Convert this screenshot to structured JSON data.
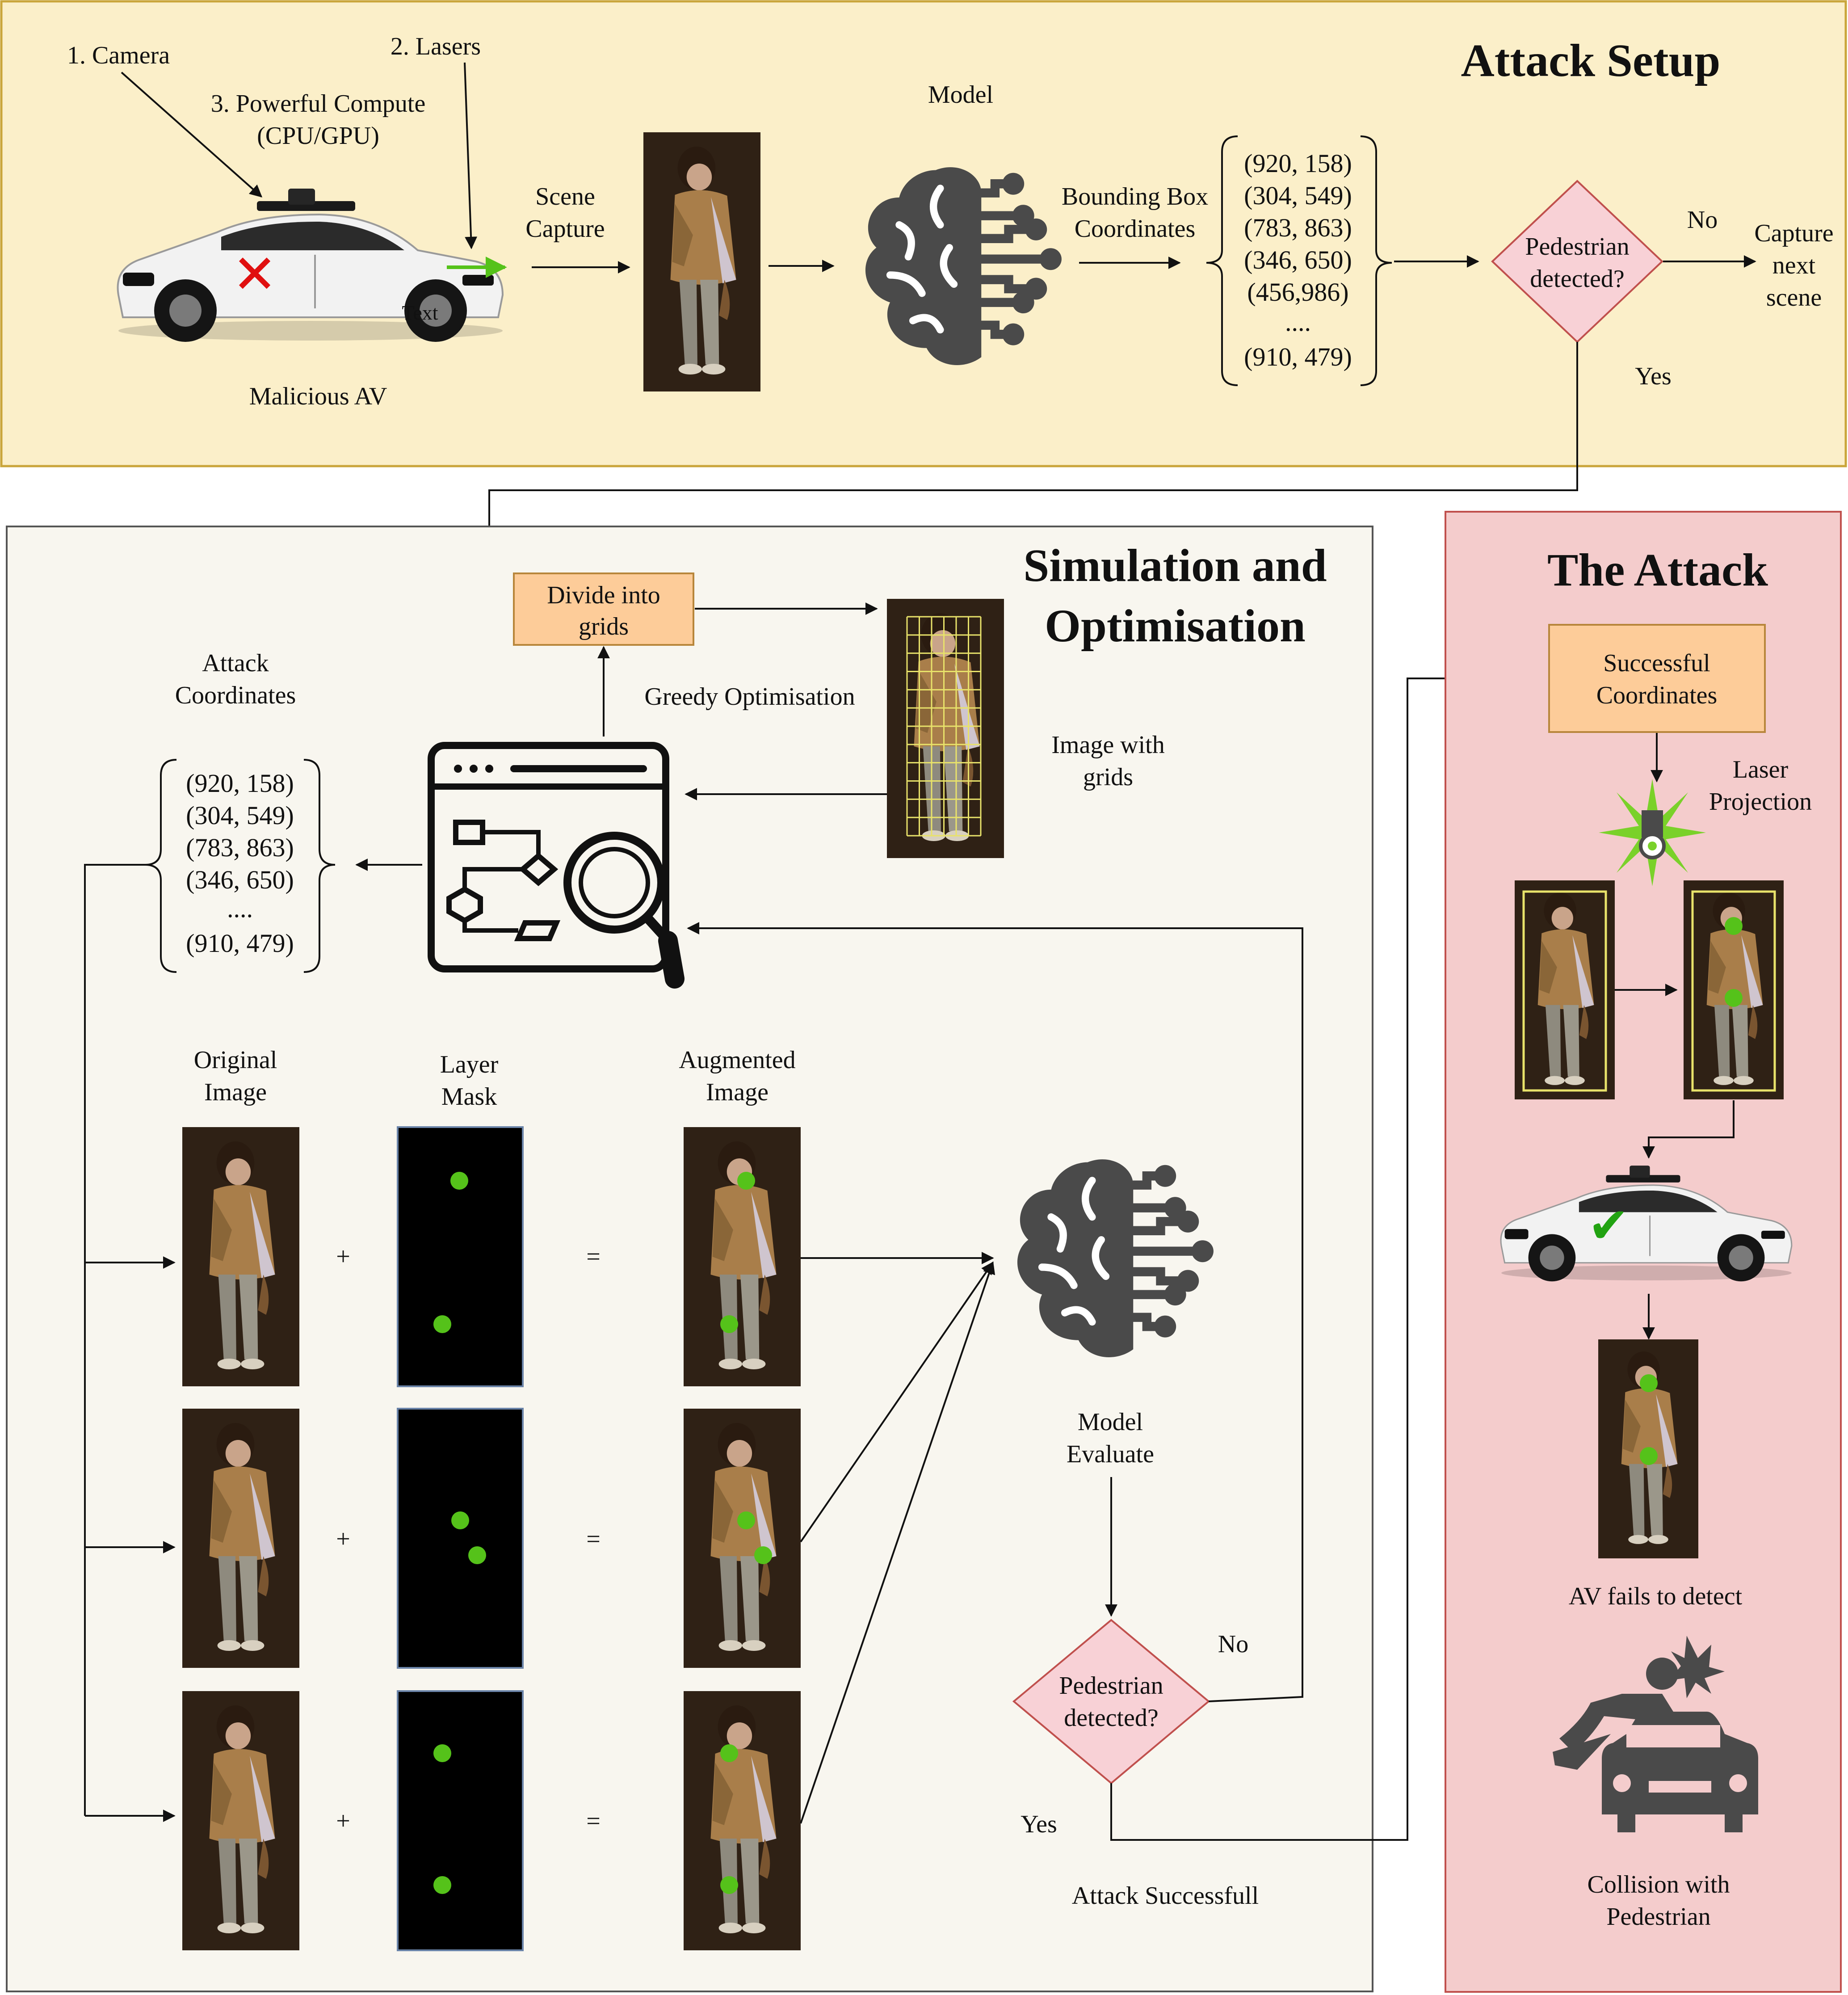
{
  "colors": {
    "setup_bg": "#fbefc9",
    "setup_border": "#c9a53a",
    "sim_bg": "#f8f6ef",
    "sim_border": "#555555",
    "attack_bg": "#f4cccc",
    "attack_border": "#c0504d",
    "box_fill": "#fdcc99",
    "box_border": "#b8863b",
    "diamond_fill": "#f8d1d6",
    "diamond_border": "#c0504d",
    "icon_gray": "#4a4a4a",
    "laser_green": "#55c21a",
    "grid_yellow": "#e8e26a",
    "red_x": "#e01010",
    "check_green": "#22a312"
  },
  "attack_setup": {
    "title": "Attack Setup",
    "camera_label": "1. Camera",
    "lasers_label": "2. Lasers",
    "compute_label_line1": "3. Powerful Compute",
    "compute_label_line2": "(CPU/GPU)",
    "av_label": "Malicious AV",
    "text_stray": "Text",
    "scene_capture_line1": "Scene",
    "scene_capture_line2": "Capture",
    "model_label": "Model",
    "bbox_label_line1": "Bounding Box",
    "bbox_label_line2": "Coordinates",
    "coordinates": [
      "(920, 158)",
      "(304, 549)",
      "(783, 863)",
      "(346, 650)",
      "(456,986)",
      "....",
      "(910, 479)"
    ],
    "decision_line1": "Pedestrian",
    "decision_line2": "detected?",
    "no_label": "No",
    "yes_label": "Yes",
    "capture_next_line1": "Capture",
    "capture_next_line2": "next",
    "capture_next_line3": "scene"
  },
  "simulation": {
    "title_line1": "Simulation and",
    "title_line2": "Optimisation",
    "divide_grids_line1": "Divide into",
    "divide_grids_line2": "grids",
    "greedy_label": "Greedy Optimisation",
    "image_grids_line1": "Image with",
    "image_grids_line2": "grids",
    "attack_coords_line1": "Attack",
    "attack_coords_line2": "Coordinates",
    "coordinates": [
      "(920, 158)",
      "(304, 549)",
      "(783, 863)",
      "(346, 650)",
      "....",
      "(910, 479)"
    ],
    "original_line1": "Original",
    "original_line2": "Image",
    "mask_line1": "Layer",
    "mask_line2": "Mask",
    "augmented_line1": "Augmented",
    "augmented_line2": "Image",
    "plus": "+",
    "equals": "=",
    "model_eval_line1": "Model",
    "model_eval_line2": "Evaluate",
    "decision_line1": "Pedestrian",
    "decision_line2": "detected?",
    "no_label": "No",
    "yes_label": "Yes",
    "success_label": "Attack Successfull"
  },
  "the_attack": {
    "title": "The Attack",
    "successful_line1": "Successful",
    "successful_line2": "Coordinates",
    "laser_line1": "Laser",
    "laser_line2": "Projection",
    "fails_label": "AV fails to detect",
    "collision_line1": "Collision with",
    "collision_line2": "Pedestrian"
  }
}
